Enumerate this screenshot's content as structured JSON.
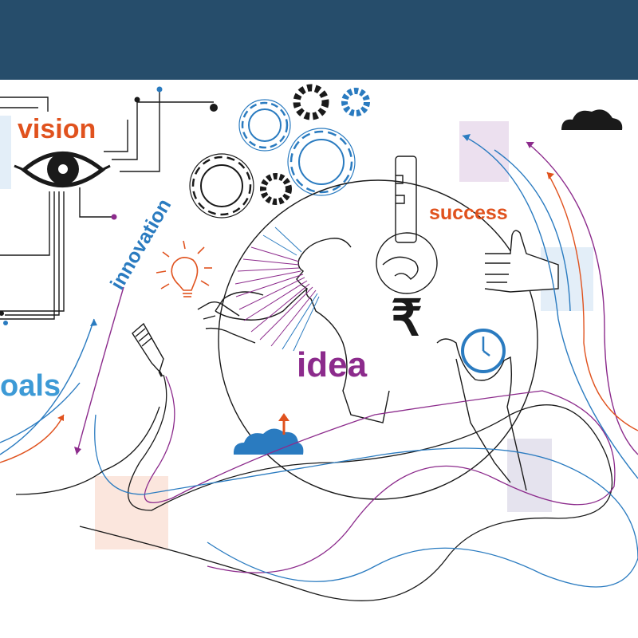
{
  "header": {
    "bar_color": "#264d6b"
  },
  "labels": {
    "vision": "vision",
    "innovation": "innovation",
    "success": "success",
    "idea": "idea",
    "goals": "oals",
    "currency": "₹"
  },
  "colors": {
    "orange": "#e0521e",
    "blue": "#2a7bc0",
    "purple": "#8c2b8c",
    "light_blue_text": "#3d9ad6",
    "ink": "#1a1a1a",
    "pink_box": "#ece0ef",
    "blue_box": "#e3eef8",
    "peach_box": "#fbe6dd",
    "lavender_box": "#e5e3ee"
  },
  "icons": [
    "eye-icon",
    "gear-icon",
    "key-icon",
    "lightbulb-icon",
    "pencil-icon",
    "cloud-icon",
    "thumbs-up-icon",
    "clock-icon",
    "rupee-icon",
    "head-profile-icon"
  ]
}
